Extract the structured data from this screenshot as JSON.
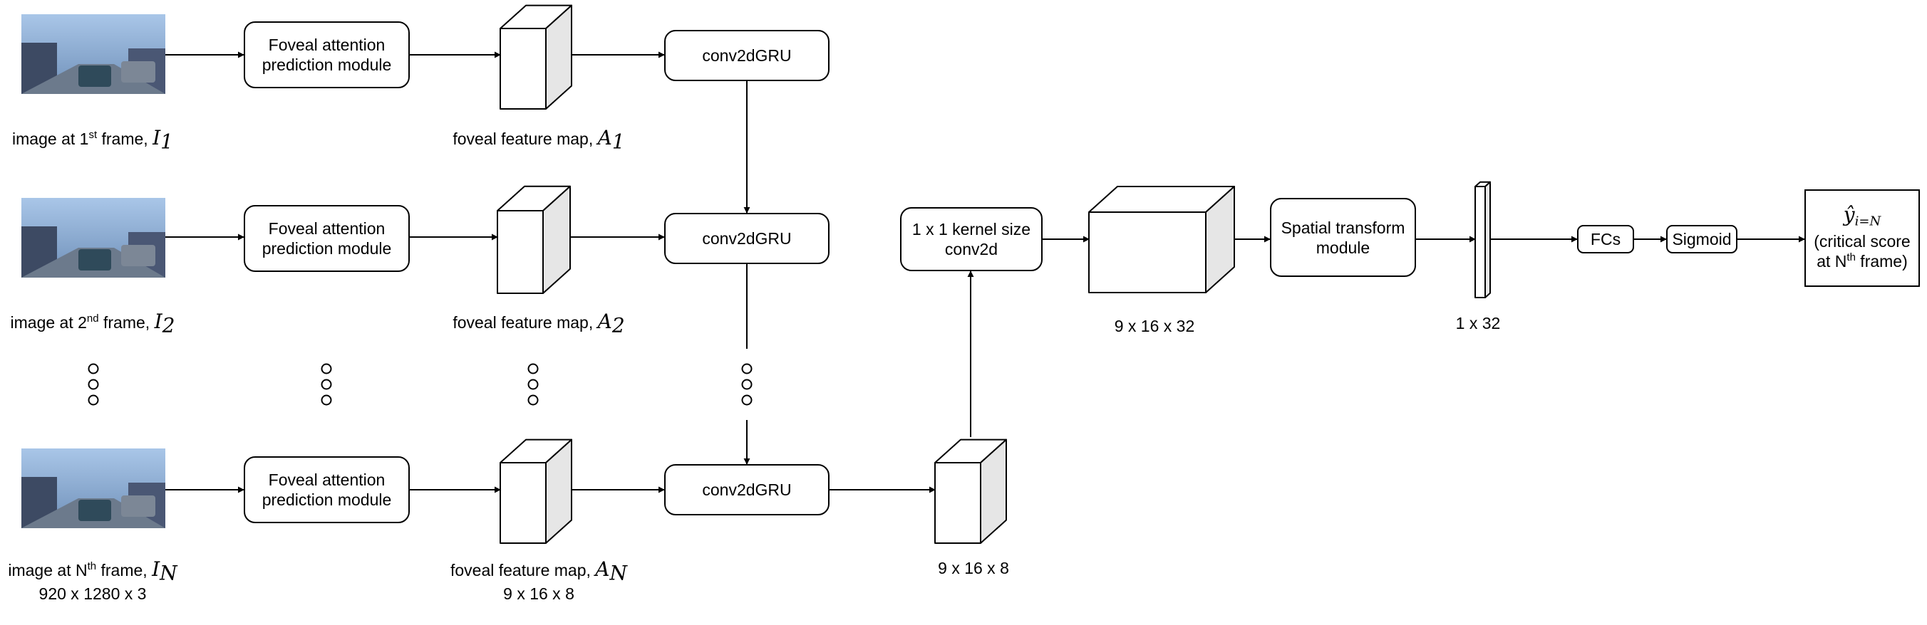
{
  "modules": {
    "foveal": [
      "Foveal attention",
      "prediction module"
    ],
    "gru": "conv2dGRU",
    "kernel": [
      "1 x 1 kernel size",
      "conv2d"
    ],
    "spatial": [
      "Spatial transform",
      "module"
    ],
    "fcs": "FCs",
    "sigmoid": "Sigmoid",
    "output": {
      "symbol": "ŷ",
      "subscript": "i=N",
      "line1": "(critical score",
      "line2_pre": "at N",
      "line2_sup": "th",
      "line2_post": " frame)"
    }
  },
  "inputs": [
    {
      "pre": "image at 1",
      "sup": "st",
      "post": " frame, ",
      "sym": "I",
      "sub": "1"
    },
    {
      "pre": "image at 2",
      "sup": "nd",
      "post": " frame, ",
      "sym": "I",
      "sub": "2"
    },
    {
      "pre": "image at N",
      "sup": "th",
      "post": " frame, ",
      "sym": "I",
      "sub": "N",
      "dims": "920 x 1280 x 3"
    }
  ],
  "feature_maps": [
    {
      "text": "foveal feature map, ",
      "sym": "A",
      "sub": "1"
    },
    {
      "text": "foveal feature map, ",
      "sym": "A",
      "sub": "2"
    },
    {
      "text": "foveal feature map, ",
      "sym": "A",
      "sub": "N",
      "dims": "9 x 16 x 8"
    }
  ],
  "dims": {
    "gru_out": "9 x 16 x 8",
    "conv_out": "9 x 16 x 32",
    "vector": "1 x 32"
  },
  "colors": {
    "stroke": "#000000",
    "cube_side": "#e6e6e6",
    "cube_front": "#ffffff"
  }
}
